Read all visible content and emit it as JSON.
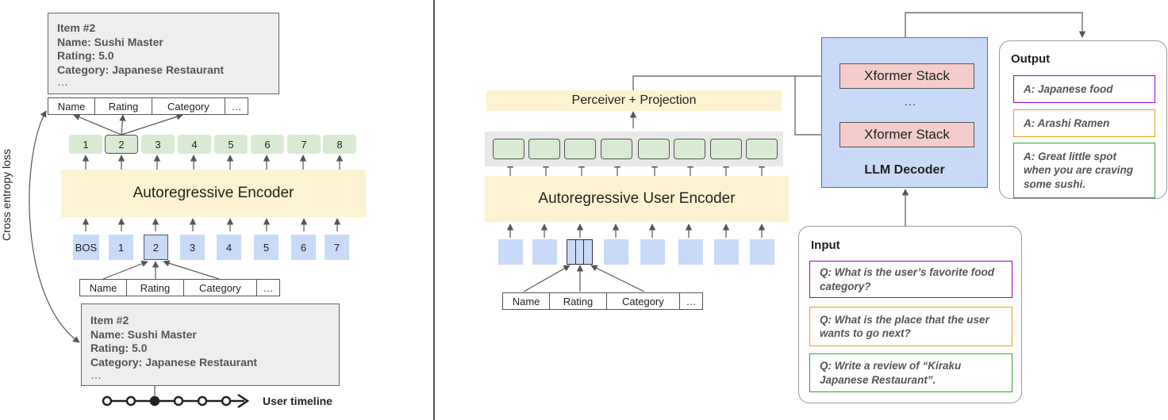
{
  "left": {
    "top_card": {
      "title": "Item #2",
      "name": "Name: Sushi Master",
      "rating": "Rating: 5.0",
      "category": "Category: Japanese Restaurant",
      "more": "…"
    },
    "top_attrs": [
      "Name",
      "Rating",
      "Category",
      "…"
    ],
    "outputs": [
      "1",
      "2",
      "3",
      "4",
      "5",
      "6",
      "7",
      "8"
    ],
    "encoder": "Autoregressive Encoder",
    "inputs": [
      "BOS",
      "1",
      "2",
      "3",
      "4",
      "5",
      "6",
      "7"
    ],
    "bottom_attrs": [
      "Name",
      "Rating",
      "Category",
      "…"
    ],
    "bottom_card": {
      "title": "Item #2",
      "name": "Name: Sushi Master",
      "rating": "Rating: 5.0",
      "category": "Category: Japanese Restaurant",
      "more": "…"
    },
    "loss_label": "Cross entropy loss",
    "timeline_label": "User timeline"
  },
  "right": {
    "perceiver": "Perceiver + Projection",
    "encoder": "Autoregressive User Encoder",
    "attrs": [
      "Name",
      "Rating",
      "Category",
      "…"
    ],
    "decoder": {
      "label": "LLM Decoder",
      "stack1": "Xformer Stack",
      "stack2": "Xformer Stack",
      "ellipsis": "…"
    },
    "input": {
      "title": "Input",
      "questions": [
        {
          "text": "Q: What is the user’s favorite food category?",
          "color": "#9900cc"
        },
        {
          "text": "Q: What is the place that the user wants to go next?",
          "color": "#e6a020"
        },
        {
          "text": "Q: Write a review of “Kiraku Japanese Restaurant”.",
          "color": "#38a038"
        }
      ]
    },
    "output": {
      "title": "Output",
      "answers": [
        {
          "text": "A: Japanese food",
          "color": "#9900cc"
        },
        {
          "text": "A: Arashi Ramen",
          "color": "#e6a020"
        },
        {
          "text": "A: Great little spot when you are craving some sushi.",
          "color": "#38a038"
        }
      ]
    }
  }
}
